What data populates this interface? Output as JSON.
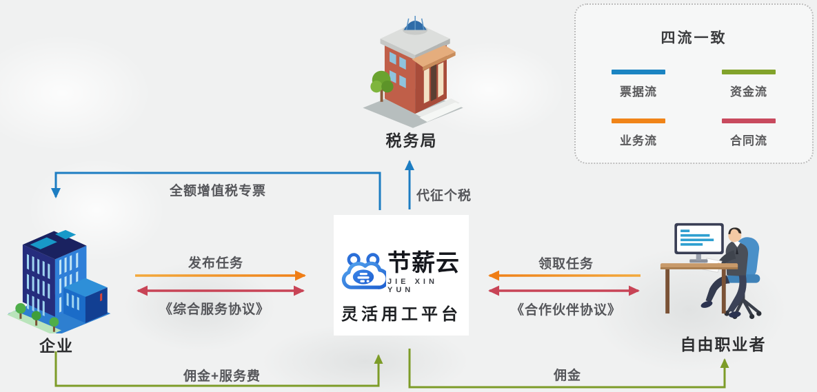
{
  "legend": {
    "title": "四流一致",
    "items": [
      {
        "label": "票据流",
        "color": "#1b84c2"
      },
      {
        "label": "资金流",
        "color": "#82a32b"
      },
      {
        "label": "业务流",
        "color": "#f08418"
      },
      {
        "label": "合同流",
        "color": "#c84a5e"
      }
    ]
  },
  "nodes": {
    "tax_bureau": {
      "label": "税务局"
    },
    "enterprise": {
      "label": "企业"
    },
    "freelancer": {
      "label": "自由职业者"
    },
    "platform": {
      "name": "节薪云",
      "name_en": "JIE XIN YUN",
      "tagline": "灵活用工平台"
    }
  },
  "flows": {
    "vat_invoice": {
      "label": "全额增值税专票",
      "color": "#1d7dc2"
    },
    "withhold_tax": {
      "label": "代征个税",
      "color": "#1d7dc2"
    },
    "publish_task": {
      "label": "发布任务",
      "color": "#f08418"
    },
    "service_agreement": {
      "label": "《综合服务协议》",
      "color": "#c84456"
    },
    "receive_task": {
      "label": "领取任务",
      "color": "#f08418"
    },
    "partner_agreement": {
      "label": "《合作伙伴协议》",
      "color": "#c84456"
    },
    "commission_service_fee": {
      "label": "佣金+服务费",
      "color": "#7d9c28"
    },
    "commission": {
      "label": "佣金",
      "color": "#7d9c28"
    }
  }
}
